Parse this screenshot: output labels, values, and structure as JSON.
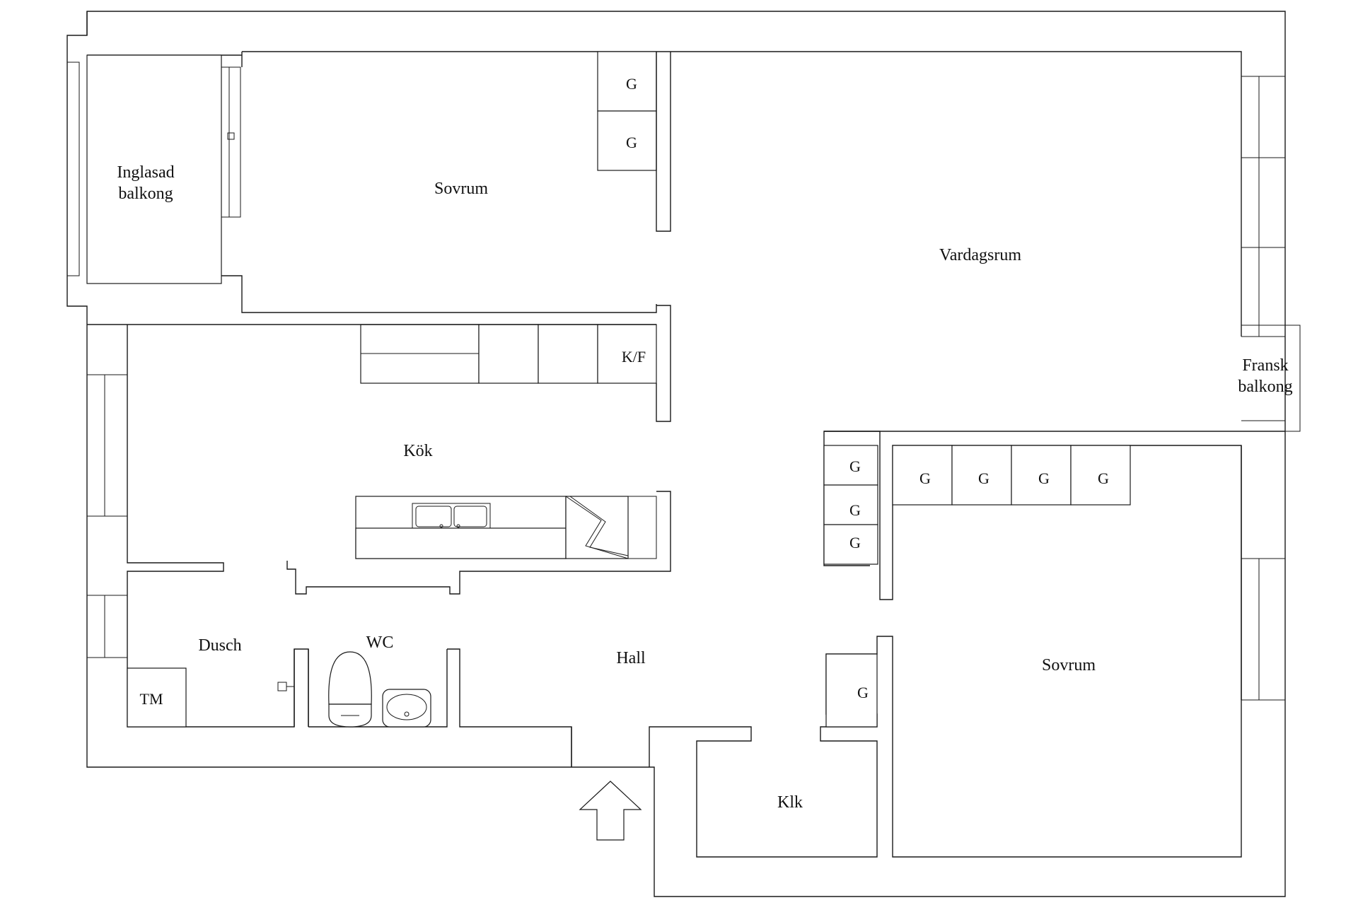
{
  "rooms": {
    "inglasad_balkong_line1": "Inglasad",
    "inglasad_balkong_line2": "balkong",
    "sovrum_top": "Sovrum",
    "vardagsrum": "Vardagsrum",
    "fransk_balkong_line1": "Fransk",
    "fransk_balkong_line2": "balkong",
    "kok": "Kök",
    "dusch": "Dusch",
    "wc": "WC",
    "hall": "Hall",
    "sovrum_bottom": "Sovrum",
    "klk": "Klk"
  },
  "fixtures": {
    "wardrobe": "G",
    "fridge_freezer": "K/F",
    "washing_machine": "TM"
  },
  "icons": {
    "entrance": "entrance-arrow-icon",
    "sink": "kitchen-sink-icon",
    "stove": "stove-icon",
    "toilet": "toilet-icon",
    "washbasin": "washbasin-icon"
  }
}
